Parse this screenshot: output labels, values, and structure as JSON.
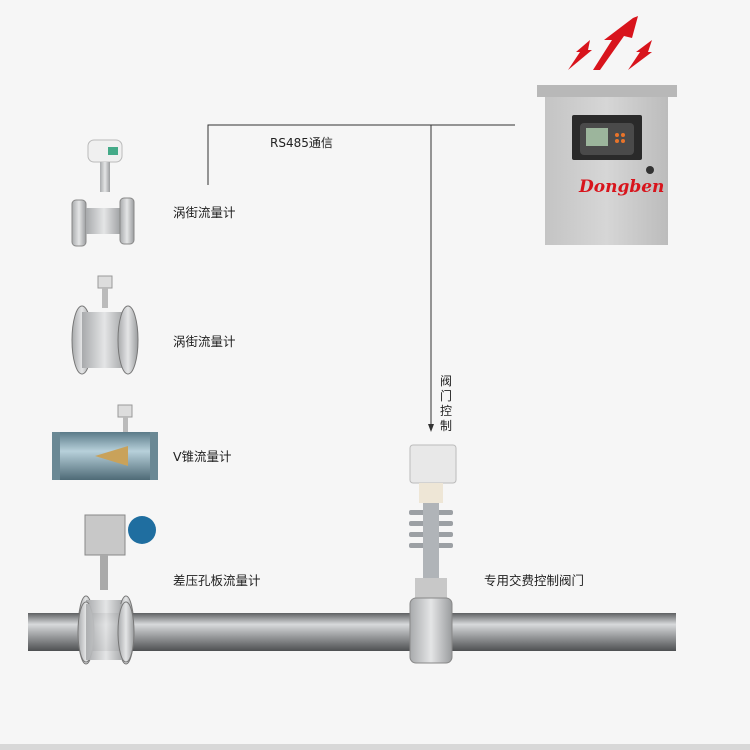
{
  "title": "流量计交费控制系统示意图",
  "comm_label": "RS485通信",
  "valve_control_label": "阀门控制",
  "devices": [
    {
      "label": "涡街流量计"
    },
    {
      "label": "涡街流量计"
    },
    {
      "label": "V锥流量计"
    },
    {
      "label": "差压孔板流量计"
    }
  ],
  "valve_label": "专用交费控制阀门",
  "cabinet": {
    "brand": "Dongben"
  },
  "colors": {
    "signal": "#d8141c",
    "brand": "#d8141c",
    "line": "#333333",
    "pipe": "#9a9c9e"
  }
}
